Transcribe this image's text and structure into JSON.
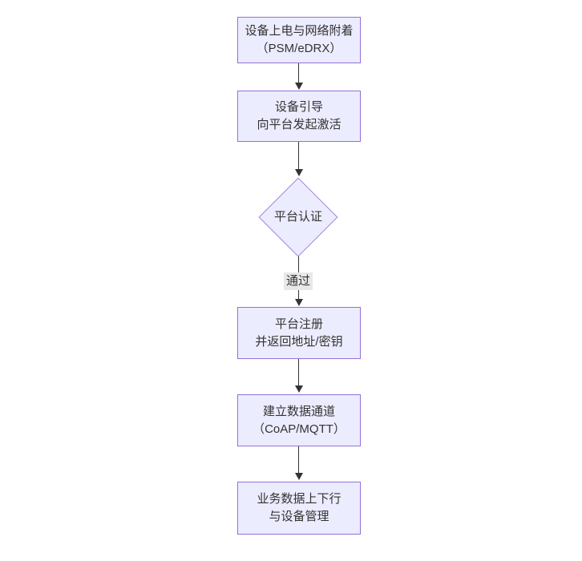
{
  "diagram": {
    "type": "flowchart-top-down",
    "colors": {
      "background": "#ffffff",
      "node_fill": "#ECECFF",
      "node_border": "#9370DB",
      "edge_color": "#333333",
      "text_color": "#333333",
      "edge_label_bg": "#e8e8e8"
    },
    "nodes": [
      {
        "id": "power-attach",
        "shape": "rect",
        "lines": [
          "设备上电与网络附着",
          "（PSM/eDRX）"
        ]
      },
      {
        "id": "bootstrap",
        "shape": "rect",
        "lines": [
          "设备引导",
          "向平台发起激活"
        ]
      },
      {
        "id": "platform-auth",
        "shape": "diamond",
        "lines": [
          "平台认证"
        ]
      },
      {
        "id": "register",
        "shape": "rect",
        "lines": [
          "平台注册",
          "并返回地址/密钥"
        ]
      },
      {
        "id": "data-channel",
        "shape": "rect",
        "lines": [
          "建立数据通道",
          "（CoAP/MQTT）"
        ]
      },
      {
        "id": "business-data",
        "shape": "rect",
        "lines": [
          "业务数据上下行",
          "与设备管理"
        ]
      }
    ],
    "edges": [
      {
        "from": "power-attach",
        "to": "bootstrap",
        "label": ""
      },
      {
        "from": "bootstrap",
        "to": "platform-auth",
        "label": ""
      },
      {
        "from": "platform-auth",
        "to": "register",
        "label": "通过"
      },
      {
        "from": "register",
        "to": "data-channel",
        "label": ""
      },
      {
        "from": "data-channel",
        "to": "business-data",
        "label": ""
      }
    ]
  }
}
